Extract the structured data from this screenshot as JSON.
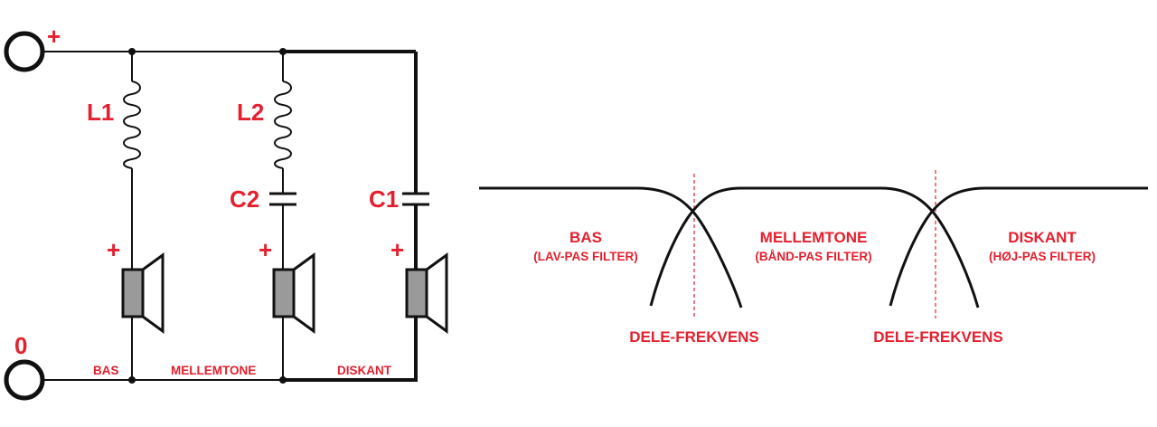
{
  "circuit": {
    "terminal_plus": "+",
    "terminal_zero": "0",
    "inductors": {
      "l1": "L1",
      "l2": "L2"
    },
    "capacitors": {
      "c2": "C2",
      "c1": "C1"
    },
    "speaker_polarity": "+",
    "branches": {
      "bas": "BAS",
      "mellemtone": "MELLEMTONE",
      "diskant": "DISKANT"
    }
  },
  "response": {
    "bands": [
      {
        "name": "BAS",
        "filter": "(LAV-PAS FILTER)"
      },
      {
        "name": "MELLEMTONE",
        "filter": "(BÅND-PAS FILTER)"
      },
      {
        "name": "DISKANT",
        "filter": "(HØJ-PAS FILTER)"
      }
    ],
    "crossover_labels": [
      "DELE-FREKVENS",
      "DELE-FREKVENS"
    ]
  },
  "colors": {
    "accent": "#e4202e",
    "line": "#111111",
    "speaker_fill": "#9a9a9a"
  }
}
